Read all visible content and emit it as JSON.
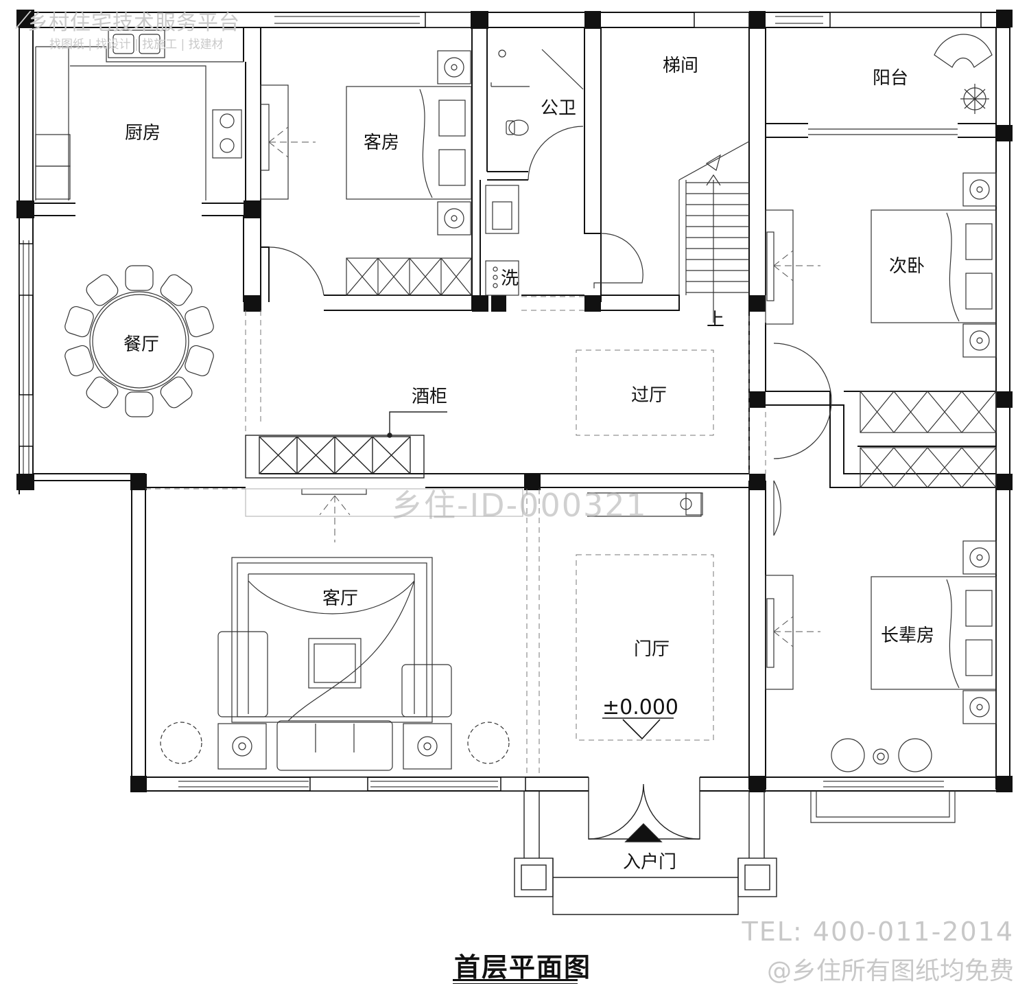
{
  "watermarks": {
    "platform_name": "乡村住宅技术服务平台",
    "platform_services": "找图纸 | 找设计 | 找施工 | 找建材",
    "design_id": "乡住-ID-000321",
    "tel": "TEL: 400-011-2014",
    "free_note": "@乡住所有图纸均免费"
  },
  "drawing_title": "首层平面图",
  "rooms": {
    "kitchen": "厨房",
    "guest_room": "客房",
    "public_bath": "公卫",
    "stair_hall": "梯间",
    "balcony": "阳台",
    "dining": "餐厅",
    "wash": "洗",
    "up": "上",
    "second_bedroom": "次卧",
    "wine_cabinet": "酒柜",
    "hallway": "过厅",
    "living_room": "客厅",
    "foyer": "门厅",
    "elevation": "±0.000",
    "elder_room": "长辈房",
    "entrance": "入户门"
  }
}
